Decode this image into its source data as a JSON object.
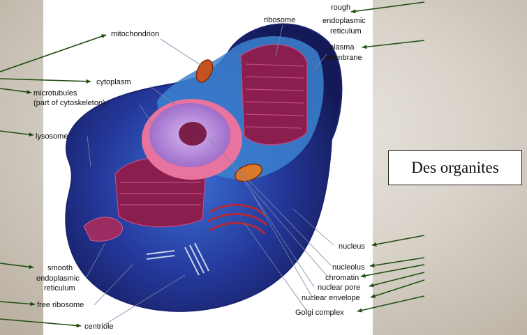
{
  "caption": "Des organites",
  "labels": {
    "mitochondrion": "mitochondrion",
    "ribosome": "ribosome",
    "rough_er": [
      "rough",
      "endoplasmic",
      "reticulum"
    ],
    "plasma_membrane": [
      "plasma",
      "membrane"
    ],
    "cytoplasm": "cytoplasm",
    "microtubules": [
      "microtubules",
      "(part of cytoskeleton)"
    ],
    "lysosome": "lysosome",
    "nucleus": "nucleus",
    "nucleolus": "nucleolus",
    "chromatin": "chromatin",
    "nuclear_pore": "nuclear pore",
    "nuclear_envelope": "nuclear envelope",
    "golgi_complex": "Golgi complex",
    "smooth_er": [
      "smooth",
      "endoplasmic",
      "reticulum"
    ],
    "free_ribosome": "free ribosome",
    "centriole": "centriole"
  },
  "colors": {
    "arrow": "#1f4d10",
    "panel": "#ffffff",
    "cytoplasm_outer": "#1b2a78",
    "cytoplasm_inner": "#2a4ab0",
    "organelle": "#8a1f4f",
    "nucleus": "#b98bd8",
    "nuclear_envelope": "#e8739e"
  }
}
